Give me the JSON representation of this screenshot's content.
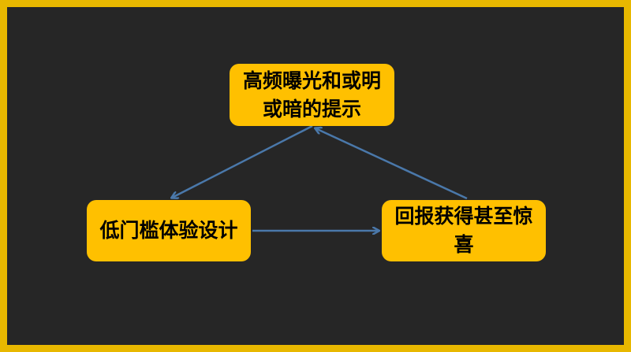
{
  "nodes": {
    "top": "高频曝光和或明或暗的提示",
    "left": "低门槛体验设计",
    "right": "回报获得甚至惊喜"
  },
  "colors": {
    "border": "#e8b800",
    "background": "#262626",
    "node": "#ffc000",
    "arrow": "#4a78aa"
  }
}
